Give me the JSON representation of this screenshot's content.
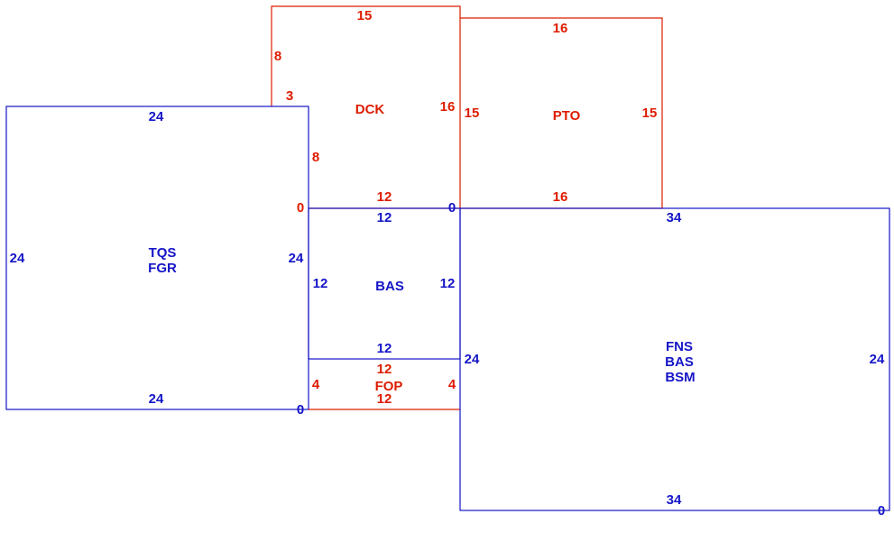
{
  "colors": {
    "red": "#dd1c00",
    "blue": "#1515c8"
  },
  "rooms": {
    "dck": {
      "name": "DCK",
      "dim_top": "15",
      "dim_left_upper": "8",
      "dim_left_step": "3",
      "dim_left_lower": "8",
      "dim_right": "16",
      "dim_bottom": "12",
      "corner": "0"
    },
    "pto": {
      "name": "PTO",
      "dim_top": "16",
      "dim_left": "15",
      "dim_right": "15",
      "dim_bottom": "16"
    },
    "tqs": {
      "names": [
        "TQS",
        "FGR"
      ],
      "dim_top": "24",
      "dim_left": "24",
      "dim_right": "24",
      "dim_bottom": "24",
      "corner": "0"
    },
    "bas": {
      "name": "BAS",
      "dim_top": "12",
      "dim_left": "12",
      "dim_right": "12",
      "dim_bottom": "12",
      "corner": "0"
    },
    "fop": {
      "name": "FOP",
      "dim_top": "12",
      "dim_left": "4",
      "dim_right": "4",
      "dim_bottom": "12"
    },
    "fns": {
      "names": [
        "FNS",
        "BAS",
        "BSM"
      ],
      "dim_top": "34",
      "dim_left": "24",
      "dim_right": "24",
      "dim_bottom": "34",
      "corner": "0"
    }
  }
}
